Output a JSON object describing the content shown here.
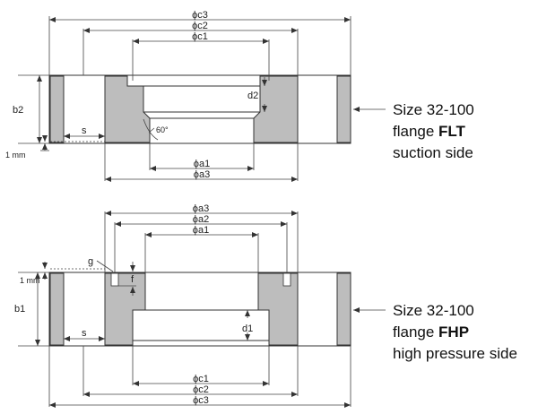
{
  "flange_flt": {
    "dims_top": [
      "ϕc3",
      "ϕc2",
      "ϕc1"
    ],
    "d2": "d2",
    "b2": "b2",
    "s": "s",
    "angle": "60°",
    "one_mm": "1 mm",
    "dims_bottom": [
      "ϕa1",
      "ϕa3"
    ],
    "caption_line1": "Size 32-100",
    "caption_line2_prefix": "flange ",
    "caption_line2_bold": "FLT",
    "caption_line3": "suction side"
  },
  "flange_fhp": {
    "dims_top": [
      "ϕa3",
      "ϕa2",
      "ϕa1"
    ],
    "g": "g",
    "f": "f",
    "one_mm": "1 mm",
    "b1": "b1",
    "s": "s",
    "d1": "d1",
    "dims_bottom": [
      "ϕc1",
      "ϕc2",
      "ϕc3"
    ],
    "caption_line1": "Size 32-100",
    "caption_line2_prefix": "flange ",
    "caption_line2_bold": "FHP",
    "caption_line3": "high pressure side"
  },
  "colors": {
    "section_fill": "#bdbdbd",
    "line": "#333333",
    "background": "#ffffff"
  }
}
